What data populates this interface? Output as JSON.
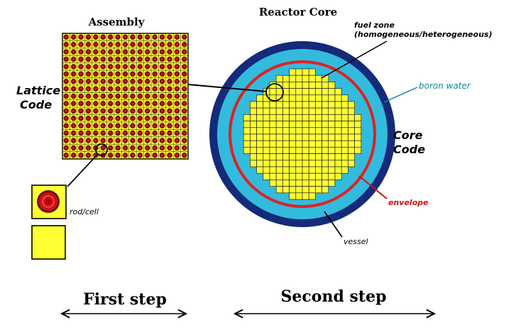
{
  "labels": {
    "assembly": "Assembly",
    "reactor_core": "Reactor Core",
    "lattice_code_line1": "Lattice",
    "lattice_code_line2": "Code",
    "fuel_zone_line1": "fuel zone",
    "fuel_zone_line2": "(homogeneous/heterogeneous)",
    "boron_water": "boron water",
    "core_code_line1": "Core",
    "core_code_line2": "Code",
    "envelope": "envelope",
    "vessel": "vessel",
    "rod_cell": "rod/cell",
    "first_step": "First step",
    "second_step": "Second step"
  },
  "colors": {
    "fuel": "#ffff33",
    "rod_red": "#cc1111",
    "rod_dark": "#661111",
    "boron_water": "#33bbdd",
    "envelope": "#dd2222",
    "vessel": "#142a7a",
    "boron_label": "#118899",
    "envelope_label": "#cc1111"
  },
  "core_row_widths": [
    4,
    8,
    10,
    12,
    14,
    16,
    16,
    18,
    18,
    18,
    18,
    18,
    18,
    16,
    16,
    14,
    12,
    10,
    8,
    4
  ],
  "assembly_grid": 17
}
